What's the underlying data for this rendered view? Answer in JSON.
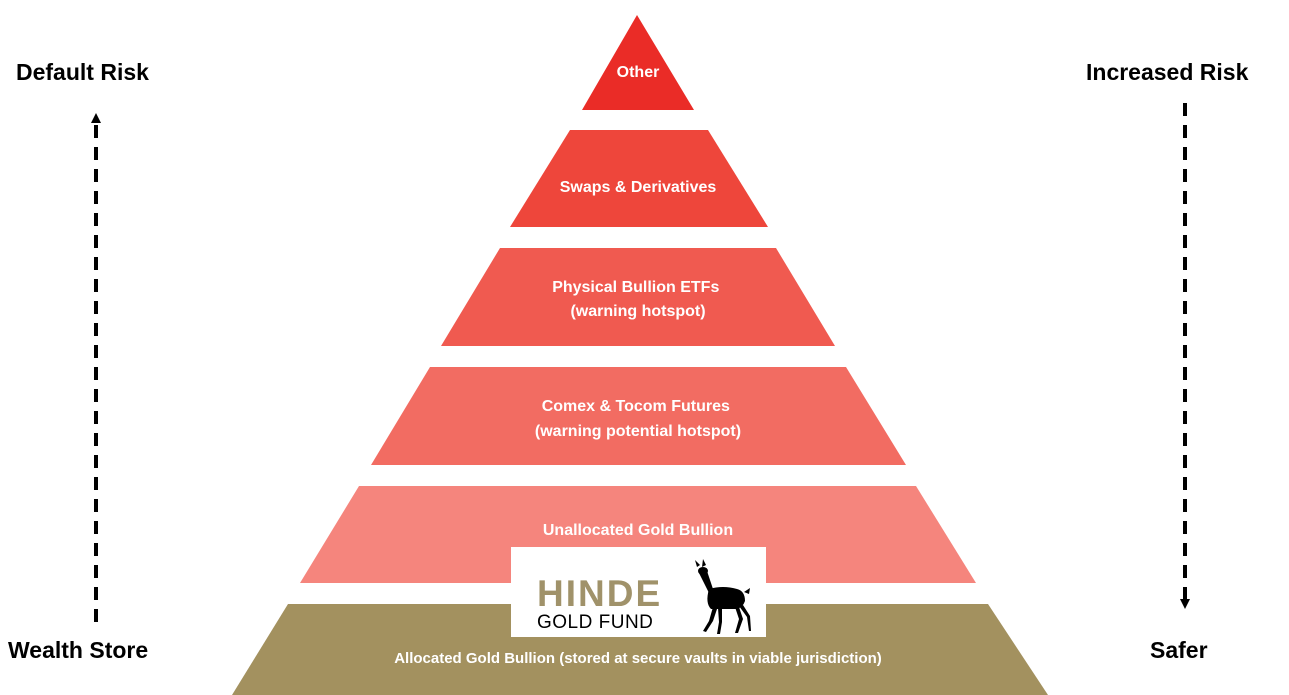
{
  "left_axis": {
    "top_label": "Default Risk",
    "bottom_label": "Wealth Store"
  },
  "right_axis": {
    "top_label": "Increased Risk",
    "bottom_label": "Safer"
  },
  "tiers": [
    {
      "lines": [
        "Other"
      ],
      "color": "#ea2c27"
    },
    {
      "lines": [
        "Swaps & Derivatives"
      ],
      "color": "#ee463b"
    },
    {
      "lines": [
        "Physical Bullion ETFs",
        "(warning hotspot)"
      ],
      "color": "#f05a50"
    },
    {
      "lines": [
        "Comex & Tocom Futures",
        "(warning potential hotspot)"
      ],
      "color": "#f26c62"
    },
    {
      "lines": [
        "Unallocated Gold Bullion"
      ],
      "color": "#f5857d"
    },
    {
      "lines": [
        "Allocated Gold Bullion (stored at secure vaults in viable jurisdiction)"
      ],
      "color": "#a3915f",
      "text_color": "#000000"
    }
  ],
  "logo": {
    "name": "HINDE",
    "subtitle": "GOLD FUND",
    "name_color": "#a0926a"
  }
}
